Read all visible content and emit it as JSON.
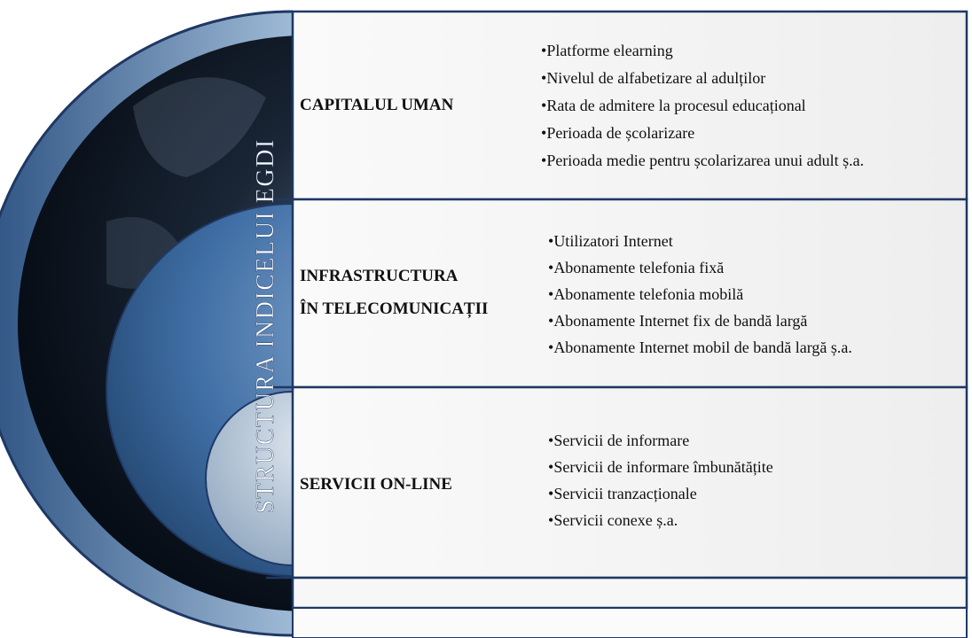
{
  "vertical_title": "STRUCTURA INDICELUI EGDI",
  "rows": [
    {
      "heading_lines": [
        "CAPITALUL UMAN"
      ],
      "items": [
        "Platforme elearning",
        "Nivelul de alfabetizare al adulților",
        "Rata de admitere la procesul educațional",
        "Perioada de școlarizare",
        "Perioada medie pentru școlarizarea unui adult ș.a."
      ]
    },
    {
      "heading_lines": [
        "INFRASTRUCTURA",
        "ÎN TELECOMUNICAȚII"
      ],
      "items": [
        "Utilizatori Internet",
        "Abonamente telefonia fixă",
        "Abonamente telefonia mobilă",
        "Abonamente Internet fix de bandă largă",
        "Abonamente Internet mobil de bandă largă ș.a."
      ]
    },
    {
      "heading_lines": [
        "SERVICII ON-LINE"
      ],
      "items": [
        "Servicii de informare",
        "Servicii de informare îmbunătățite",
        "Servicii tranzacționale",
        "Servicii conexe ș.a."
      ]
    }
  ],
  "colors": {
    "border": "#1f3864",
    "panel": "#f4f4f4",
    "globe_dark": "#0d1a2b",
    "globe_light": "#dfe8f0",
    "ring": "#3f6ea5",
    "title_text": "#ffffff",
    "body_text": "#111111"
  }
}
